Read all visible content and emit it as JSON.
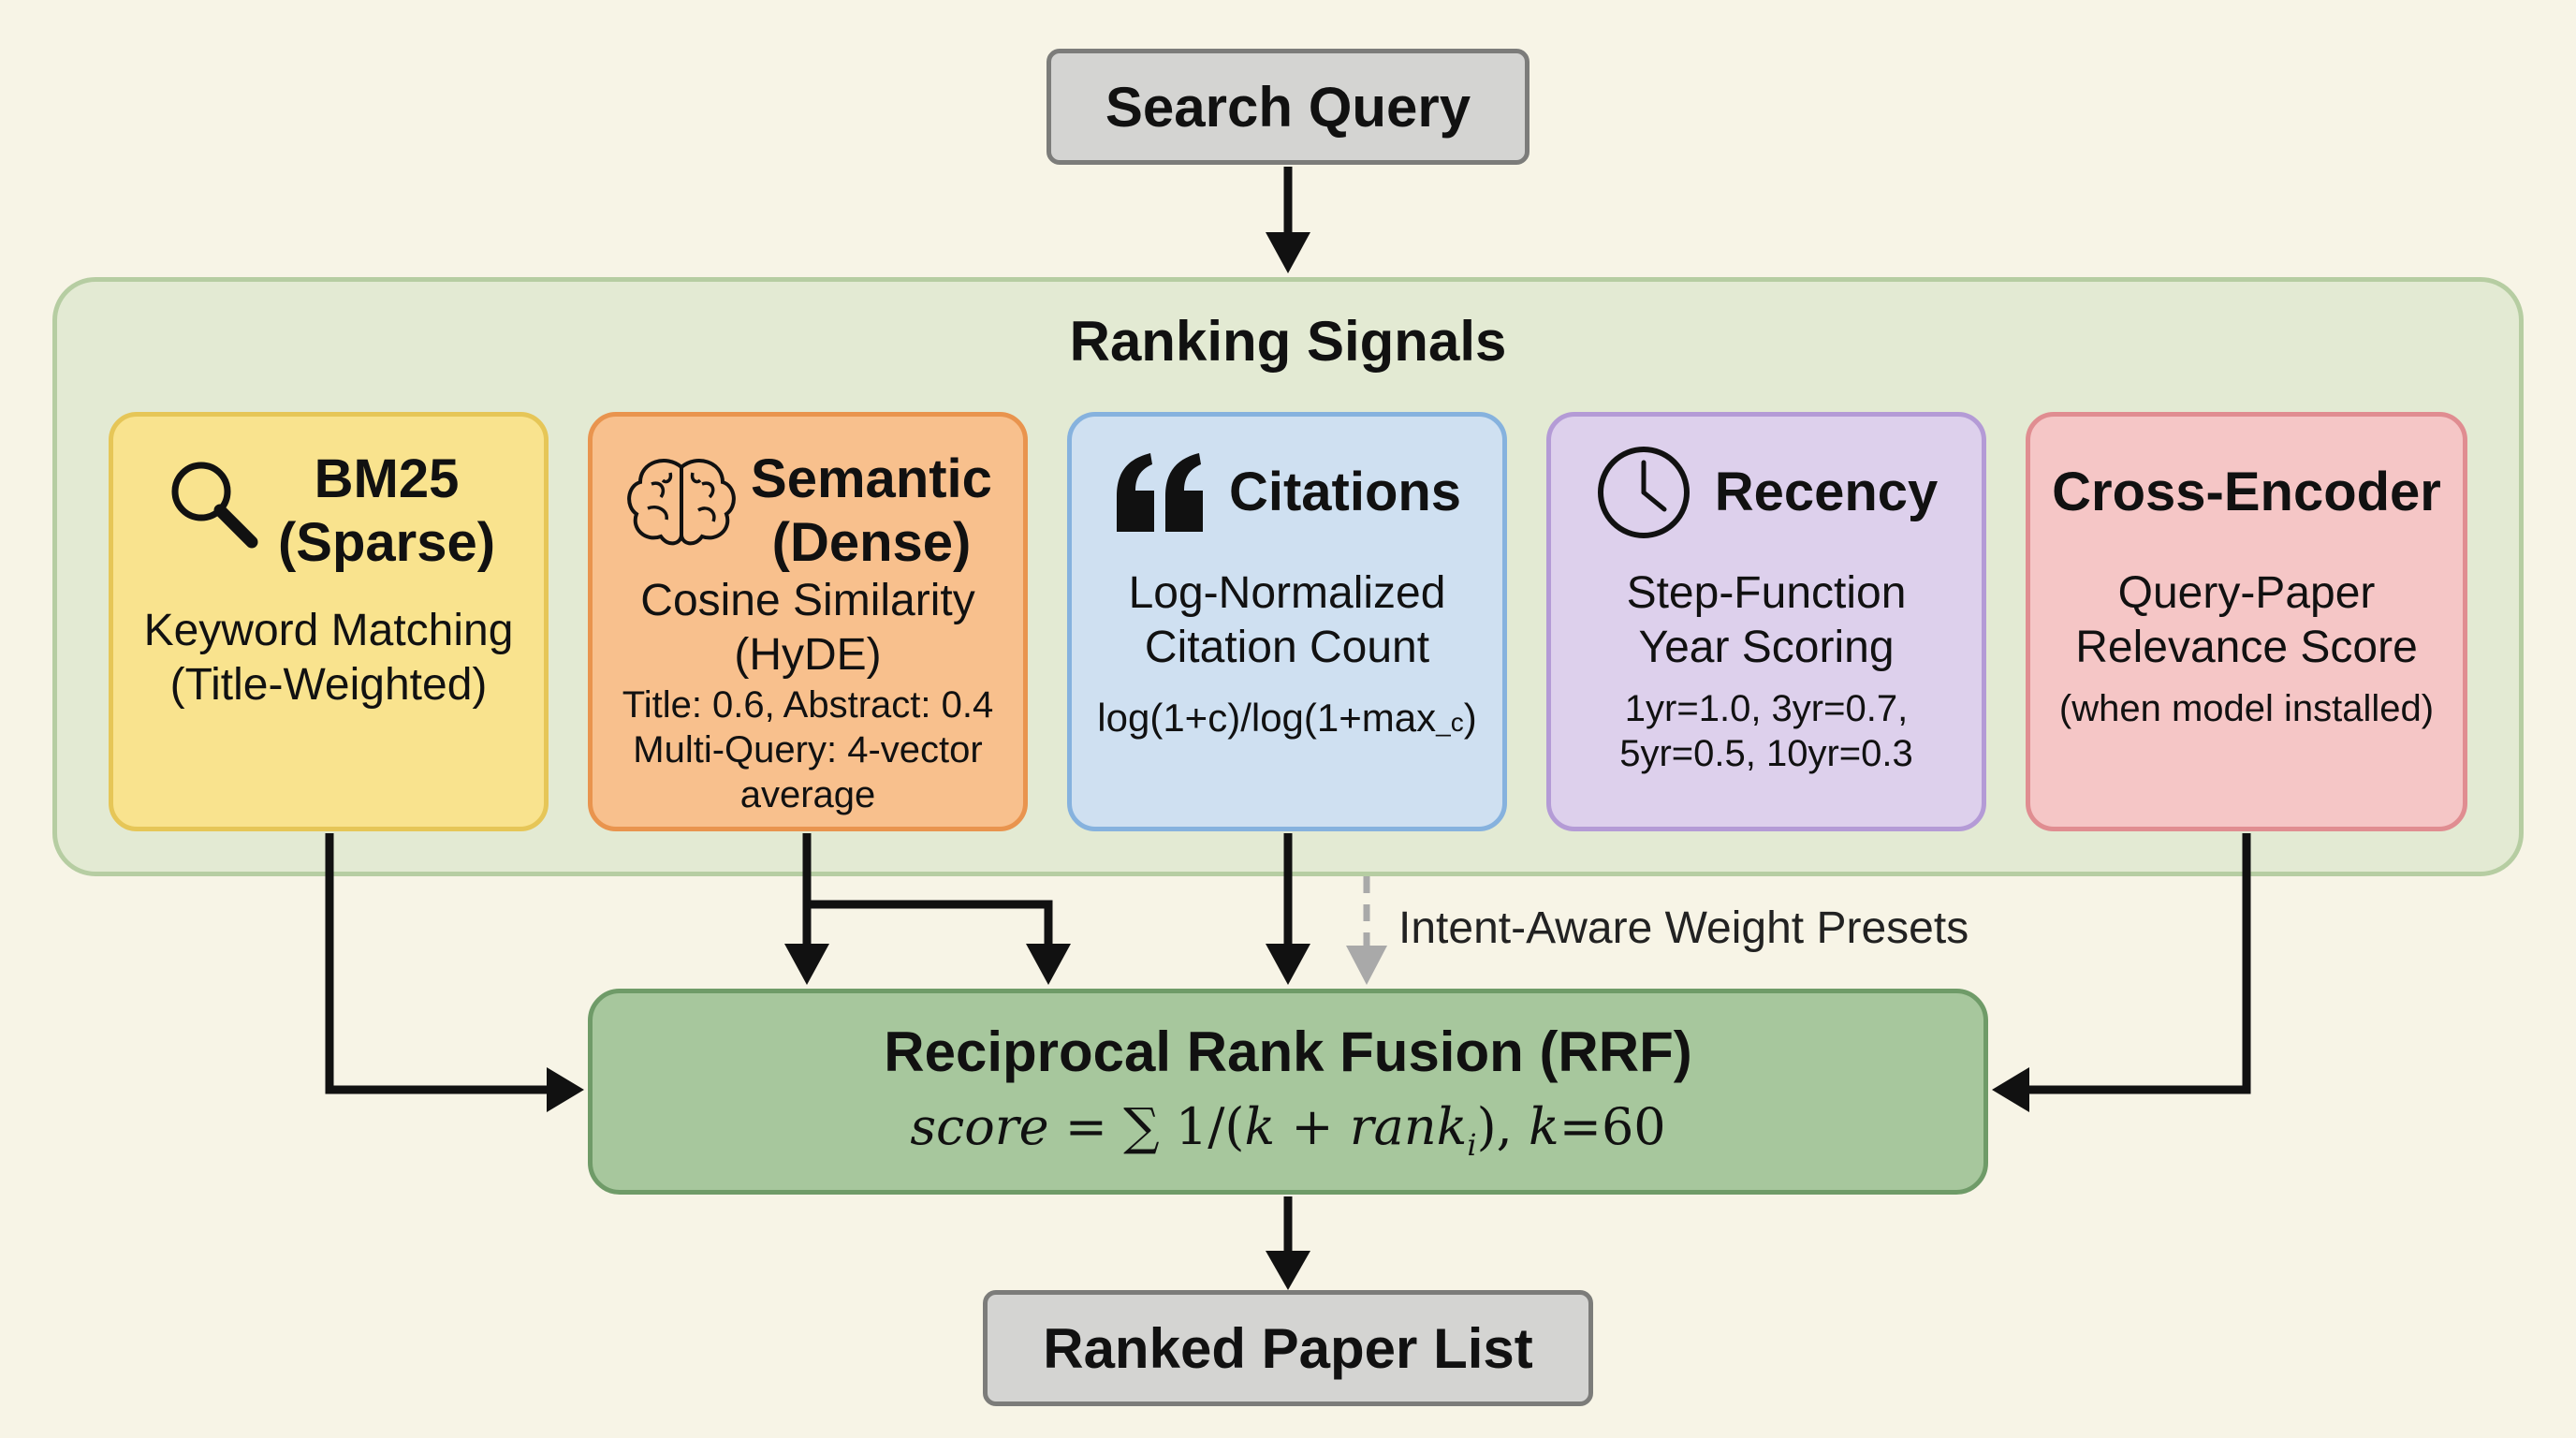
{
  "top": {
    "label": "Search Query"
  },
  "signals": {
    "title": "Ranking Signals",
    "cards": [
      {
        "title": "BM25\n(Sparse)",
        "desc": "Keyword Matching\n(Title-Weighted)",
        "detail": "",
        "icon": "search-icon",
        "fill": "#f9e38e",
        "border": "#e6c657"
      },
      {
        "title": "Semantic\n(Dense)",
        "desc": "Cosine Similarity\n(HyDE)",
        "detail": "Title: 0.6, Abstract: 0.4\nMulti-Query: 4-vector\naverage",
        "icon": "brain-icon",
        "fill": "#f8c08d",
        "border": "#e9944e"
      },
      {
        "title": "Citations",
        "desc": "Log-Normalized\nCitation Count",
        "detail": "log(1+c)/log(1+max_c)",
        "icon": "quote-icon",
        "fill": "#cfe0f1",
        "border": "#86b2de"
      },
      {
        "title": "Recency",
        "desc": "Step-Function\nYear Scoring",
        "detail": "1yr=1.0, 3yr=0.7,\n5yr=0.5, 10yr=0.3",
        "icon": "clock-icon",
        "fill": "#ddd0ec",
        "border": "#b49bd6"
      },
      {
        "title": "Cross-Encoder",
        "desc": "Query-Paper\nRelevance Score",
        "detail": "(when model installed)",
        "icon": "",
        "fill": "#f5c6c6",
        "border": "#e08d91"
      }
    ]
  },
  "annotation": "Intent-Aware Weight Presets",
  "rrf": {
    "title": "Reciprocal Rank Fusion (RRF)",
    "formula_parts": {
      "score": "score",
      "eq": " = ∑ 1/(",
      "k": "k",
      "plus": " + ",
      "rank": "rank",
      "sub": "i",
      "close": "), ",
      "k2": "k",
      "tail": "=60"
    }
  },
  "bottom": {
    "label": "Ranked Paper List"
  },
  "colors": {
    "background": "#f7f4e6",
    "panel": "#e3ead3",
    "rrf": "#a7c79d",
    "gray": "#d4d4d2"
  }
}
